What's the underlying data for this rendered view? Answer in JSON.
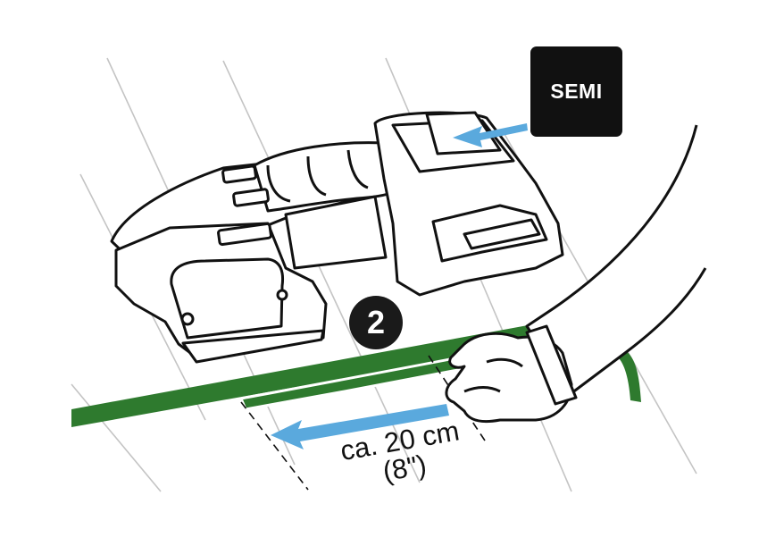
{
  "mode_badge": {
    "label": "SEMI"
  },
  "step": {
    "number": "2"
  },
  "distance": {
    "metric": "ca. 20 cm",
    "imperial": "(8\")"
  },
  "colors": {
    "strap": "#2e7a2e",
    "arrow": "#5aa9dd",
    "badge": "#111111",
    "line": "#bdbdbd"
  },
  "icons": [
    "strapping-tool-illustration",
    "gloved-hand-illustration",
    "direction-arrow",
    "measure-arrow"
  ]
}
